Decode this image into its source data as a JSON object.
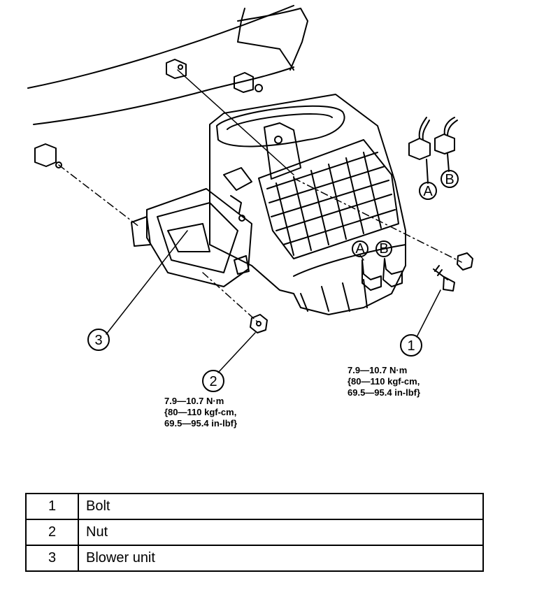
{
  "callouts": [
    {
      "num": "1",
      "torque": [
        "7.9—10.7 N·m",
        "{80—110 kgf-cm,",
        "69.5—95.4 in-lbf}"
      ]
    },
    {
      "num": "2",
      "torque": [
        "7.9—10.7 N·m",
        "{80—110 kgf-cm,",
        "69.5—95.4 in-lbf}"
      ]
    },
    {
      "num": "3"
    }
  ],
  "connectors": [
    "A",
    "B"
  ],
  "legend": {
    "rows": [
      {
        "num": "1",
        "name": "Bolt"
      },
      {
        "num": "2",
        "name": "Nut"
      },
      {
        "num": "3",
        "name": "Blower unit"
      }
    ]
  }
}
